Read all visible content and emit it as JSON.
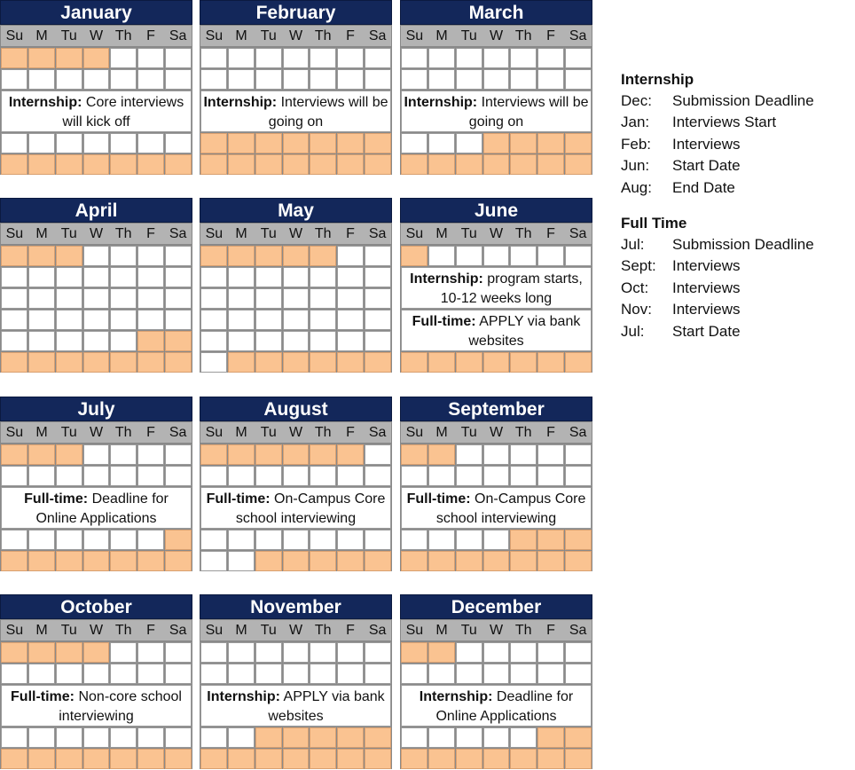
{
  "colors": {
    "title_bg": "#13275a",
    "highlight": "#fac391",
    "day_header_bg": "#b3b3b3"
  },
  "day_names": [
    "Su",
    "M",
    "Tu",
    "W",
    "Th",
    "F",
    "Sa"
  ],
  "months": [
    {
      "name": "January",
      "weeks": [
        [
          1,
          1,
          1,
          1,
          0,
          0,
          0
        ],
        [
          0,
          0,
          0,
          0,
          0,
          0,
          0
        ],
        [
          0,
          0,
          0,
          0,
          0,
          0,
          0
        ],
        [
          1,
          1,
          1,
          1,
          1,
          1,
          1
        ]
      ],
      "note_after": 2,
      "notes": [
        {
          "label": "Internship:",
          "text": " Core interviews will kick off"
        }
      ]
    },
    {
      "name": "February",
      "weeks": [
        [
          0,
          0,
          0,
          0,
          0,
          0,
          0
        ],
        [
          0,
          0,
          0,
          0,
          0,
          0,
          0
        ],
        [
          1,
          1,
          1,
          1,
          1,
          1,
          1
        ],
        [
          1,
          1,
          1,
          1,
          1,
          1,
          1
        ]
      ],
      "note_after": 2,
      "notes": [
        {
          "label": "Internship:",
          "text": " Interviews will be going on"
        }
      ]
    },
    {
      "name": "March",
      "weeks": [
        [
          0,
          0,
          0,
          0,
          0,
          0,
          0
        ],
        [
          0,
          0,
          0,
          0,
          0,
          0,
          0
        ],
        [
          0,
          0,
          0,
          1,
          1,
          1,
          1
        ],
        [
          1,
          1,
          1,
          1,
          1,
          1,
          1
        ]
      ],
      "note_after": 2,
      "notes": [
        {
          "label": "Internship:",
          "text": " Interviews will be going on"
        }
      ]
    },
    {
      "name": "April",
      "weeks": [
        [
          1,
          1,
          1,
          0,
          0,
          0,
          0
        ],
        [
          0,
          0,
          0,
          0,
          0,
          0,
          0
        ],
        [
          0,
          0,
          0,
          0,
          0,
          0,
          0
        ],
        [
          0,
          0,
          0,
          0,
          0,
          0,
          0
        ],
        [
          0,
          0,
          0,
          0,
          0,
          1,
          1
        ],
        [
          1,
          1,
          1,
          1,
          1,
          1,
          1
        ]
      ],
      "note_after": -1,
      "notes": []
    },
    {
      "name": "May",
      "weeks": [
        [
          1,
          1,
          1,
          1,
          1,
          0,
          0
        ],
        [
          0,
          0,
          0,
          0,
          0,
          0,
          0
        ],
        [
          0,
          0,
          0,
          0,
          0,
          0,
          0
        ],
        [
          0,
          0,
          0,
          0,
          0,
          0,
          0
        ],
        [
          0,
          0,
          0,
          0,
          0,
          0,
          0
        ],
        [
          0,
          1,
          1,
          1,
          1,
          1,
          1
        ]
      ],
      "note_after": -1,
      "notes": []
    },
    {
      "name": "June",
      "weeks": [
        [
          1,
          0,
          0,
          0,
          0,
          0,
          0
        ],
        [
          1,
          1,
          1,
          1,
          1,
          1,
          1
        ]
      ],
      "note_after": 1,
      "notes": [
        {
          "label": "Internship:",
          "text": " program starts, 10-12 weeks long"
        },
        {
          "label": "Full-time:",
          "text": " APPLY via bank websites"
        }
      ]
    },
    {
      "name": "July",
      "weeks": [
        [
          1,
          1,
          1,
          0,
          0,
          0,
          0
        ],
        [
          0,
          0,
          0,
          0,
          0,
          0,
          0
        ],
        [
          0,
          0,
          0,
          0,
          0,
          0,
          1
        ],
        [
          1,
          1,
          1,
          1,
          1,
          1,
          1
        ]
      ],
      "note_after": 2,
      "notes": [
        {
          "label": "Full-time:",
          "text": " Deadline for Online Applications"
        }
      ]
    },
    {
      "name": "August",
      "weeks": [
        [
          1,
          1,
          1,
          1,
          1,
          1,
          0
        ],
        [
          0,
          0,
          0,
          0,
          0,
          0,
          0
        ],
        [
          0,
          0,
          0,
          0,
          0,
          0,
          0
        ],
        [
          0,
          0,
          1,
          1,
          1,
          1,
          1
        ]
      ],
      "note_after": 2,
      "notes": [
        {
          "label": "Full-time:",
          "text": " On-Campus Core school interviewing"
        }
      ]
    },
    {
      "name": "September",
      "weeks": [
        [
          1,
          1,
          0,
          0,
          0,
          0,
          0
        ],
        [
          0,
          0,
          0,
          0,
          0,
          0,
          0
        ],
        [
          0,
          0,
          0,
          0,
          1,
          1,
          1
        ],
        [
          1,
          1,
          1,
          1,
          1,
          1,
          1
        ]
      ],
      "note_after": 2,
      "notes": [
        {
          "label": "Full-time:",
          "text": " On-Campus Core school interviewing"
        }
      ]
    },
    {
      "name": "October",
      "weeks": [
        [
          1,
          1,
          1,
          1,
          0,
          0,
          0
        ],
        [
          0,
          0,
          0,
          0,
          0,
          0,
          0
        ],
        [
          0,
          0,
          0,
          0,
          0,
          0,
          0
        ],
        [
          1,
          1,
          1,
          1,
          1,
          1,
          1
        ]
      ],
      "note_after": 2,
      "notes": [
        {
          "label": "Full-time:",
          "text": " Non-core school interviewing"
        }
      ]
    },
    {
      "name": "November",
      "weeks": [
        [
          0,
          0,
          0,
          0,
          0,
          0,
          0
        ],
        [
          0,
          0,
          0,
          0,
          0,
          0,
          0
        ],
        [
          0,
          0,
          1,
          1,
          1,
          1,
          1
        ],
        [
          1,
          1,
          1,
          1,
          1,
          1,
          1
        ]
      ],
      "note_after": 2,
      "notes": [
        {
          "label": "Internship:",
          "text": " APPLY via bank websites"
        }
      ]
    },
    {
      "name": "December",
      "weeks": [
        [
          1,
          1,
          0,
          0,
          0,
          0,
          0
        ],
        [
          0,
          0,
          0,
          0,
          0,
          0,
          0
        ],
        [
          0,
          0,
          0,
          0,
          0,
          1,
          1
        ],
        [
          1,
          1,
          1,
          1,
          1,
          1,
          1
        ]
      ],
      "note_after": 2,
      "notes": [
        {
          "label": "Internship:",
          "text": " Deadline for Online Applications"
        }
      ]
    }
  ],
  "legend": {
    "internship": {
      "title": "Internship",
      "rows": [
        {
          "month": "Dec:",
          "event": "Submission Deadline"
        },
        {
          "month": "Jan:",
          "event": "Interviews Start"
        },
        {
          "month": "Feb:",
          "event": "Interviews"
        },
        {
          "month": "Jun:",
          "event": "Start Date"
        },
        {
          "month": "Aug:",
          "event": "End Date"
        }
      ]
    },
    "full_time": {
      "title": "Full Time",
      "rows": [
        {
          "month": "Jul:",
          "event": "Submission Deadline"
        },
        {
          "month": "Sept:",
          "event": "Interviews"
        },
        {
          "month": "Oct:",
          "event": "Interviews"
        },
        {
          "month": "Nov:",
          "event": "Interviews"
        },
        {
          "month": "Jul:",
          "event": "Start Date"
        }
      ]
    }
  }
}
